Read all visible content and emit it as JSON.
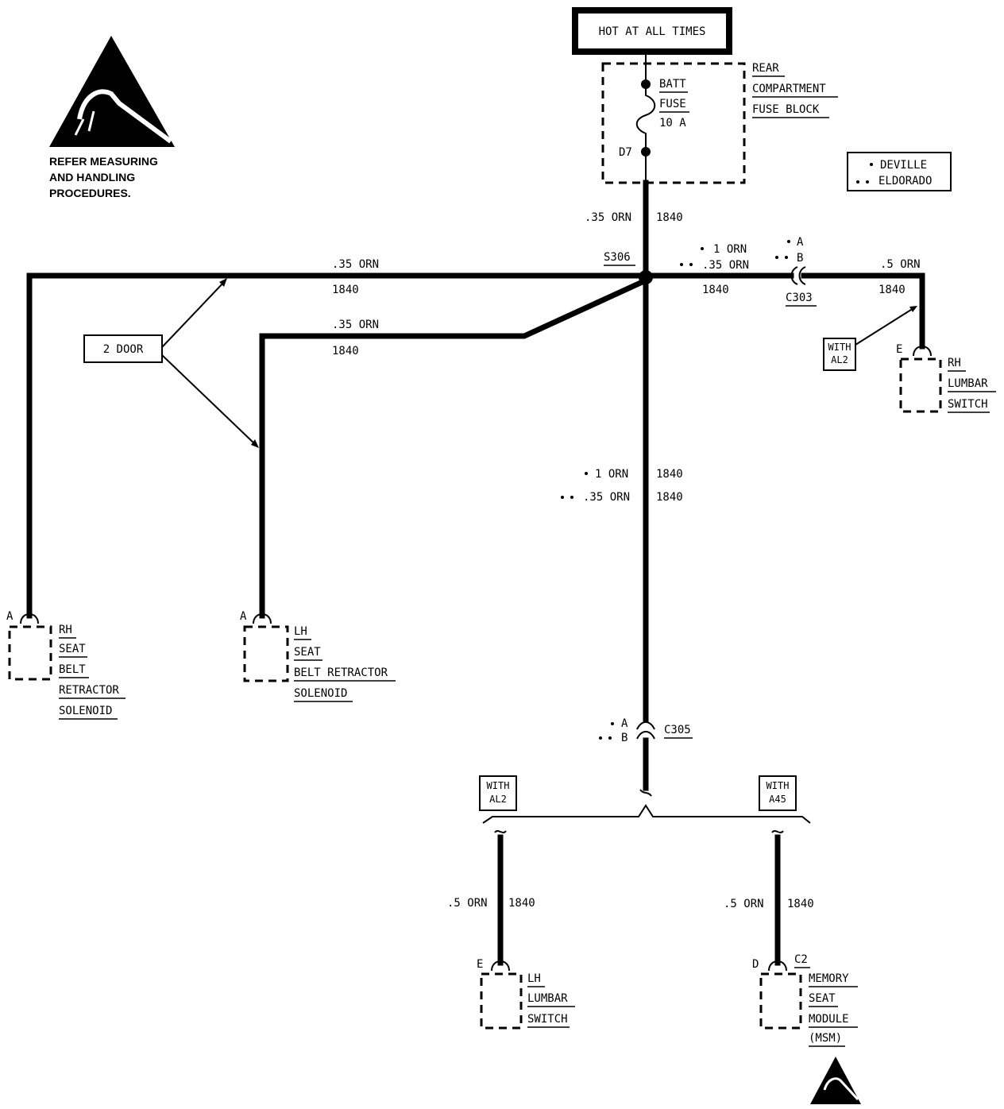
{
  "esd_warning": {
    "text_line1": "REFER MEASURING",
    "text_line2": "AND HANDLING",
    "text_line3": "PROCEDURES."
  },
  "power_source": {
    "label": "HOT AT ALL TIMES"
  },
  "fuse_block": {
    "name_line1": "REAR",
    "name_line2": "COMPARTMENT",
    "name_line3": "FUSE BLOCK",
    "fuse_line1": "BATT",
    "fuse_line2": "FUSE",
    "fuse_rating": "10 A",
    "terminal": "D7"
  },
  "legend": {
    "single_dot": "DEVILLE",
    "double_dot": "ELDORADO"
  },
  "wires": {
    "main_feed": {
      "gauge": ".35 ORN",
      "circuit": "1840"
    },
    "rh_seat_branch": {
      "gauge": ".35 ORN",
      "circuit": "1840"
    },
    "lh_seat_branch": {
      "gauge": ".35 ORN",
      "circuit": "1840"
    },
    "to_c303_deville": "1 ORN",
    "to_c303_eldorado": ".35 ORN",
    "to_c303_circuit": "1840",
    "rh_lumbar": {
      "gauge": ".5 ORN",
      "circuit": "1840"
    },
    "down_deville": "1 ORN",
    "down_eldorado": ".35 ORN",
    "down_circuit_1": "1840",
    "down_circuit_2": "1840",
    "lh_lumbar": {
      "gauge": ".5 ORN",
      "circuit": "1840"
    },
    "msm": {
      "gauge": ".5 ORN",
      "circuit": "1840"
    }
  },
  "splice": {
    "label": "S306"
  },
  "connectors": {
    "c303": {
      "label": "C303",
      "pin_a": "A",
      "pin_b": "B"
    },
    "c305": {
      "label": "C305",
      "pin_a": "A",
      "pin_b": "B"
    }
  },
  "options": {
    "two_door": "2 DOOR",
    "with_al2_right_line1": "WITH",
    "with_al2_right_line2": "AL2",
    "with_al2_left_line1": "WITH",
    "with_al2_left_line2": "AL2",
    "with_a45_line1": "WITH",
    "with_a45_line2": "A45"
  },
  "components": {
    "rh_seat_belt": {
      "pin": "A",
      "line1": "RH",
      "line2": "SEAT",
      "line3": "BELT",
      "line4": "RETRACTOR",
      "line5": "SOLENOID"
    },
    "lh_seat_belt": {
      "pin": "A",
      "line1": "LH",
      "line2": "SEAT",
      "line3": "BELT RETRACTOR",
      "line4": "SOLENOID"
    },
    "rh_lumbar": {
      "pin": "E",
      "line1": "RH",
      "line2": "LUMBAR",
      "line3": "SWITCH"
    },
    "lh_lumbar": {
      "pin": "E",
      "line1": "LH",
      "line2": "LUMBAR",
      "line3": "SWITCH"
    },
    "msm": {
      "pin": "D",
      "connector": "C2",
      "line1": "MEMORY",
      "line2": "SEAT",
      "line3": "MODULE",
      "line4": "(MSM)"
    }
  }
}
